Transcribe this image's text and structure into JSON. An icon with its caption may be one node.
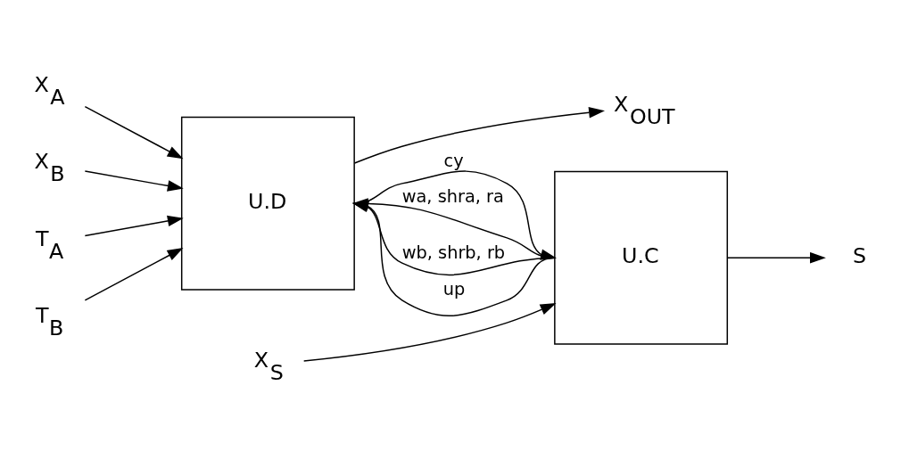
{
  "diagram": {
    "nodes": [
      {
        "text": [
          "X$_{A}$"
        ]
      },
      {
        "text": [
          "X$_{B}$"
        ]
      },
      {
        "text": [
          "X$_{S}$"
        ]
      },
      {
        "text": [
          "T$_{A}$"
        ]
      },
      {
        "text": [
          "T$_{B}$"
        ]
      },
      {
        "text": [
          "U.D"
        ]
      },
      {
        "text": [
          "U.C"
        ]
      },
      {
        "text": [
          "S"
        ]
      },
      {
        "text": [
          "X$_{OUT}$"
        ]
      }
    ],
    "edges": [
      {
        "from": 0,
        "to": 5,
        "arrow": "to"
      },
      {
        "from": 1,
        "to": 5,
        "arrow": "to"
      },
      {
        "from": 3,
        "to": 5,
        "arrow": "to"
      },
      {
        "from": 4,
        "to": 5,
        "arrow": "to"
      },
      {
        "from": 6,
        "to": 5,
        "arrow": "to",
        "label": "wa, shra, ra"
      },
      {
        "from": 6,
        "to": 5,
        "arrow": "to",
        "label": "wb, shrb, rb"
      },
      {
        "from": 6,
        "to": 5,
        "arrow": "to",
        "label": "up"
      },
      {
        "from": 5,
        "to": 6,
        "arrow": "to",
        "label": "cy"
      },
      {
        "from": 2,
        "to": 6,
        "arrow": "to"
      },
      {
        "from": 6,
        "to": 7,
        "arrow": "to"
      },
      {
        "from": 5,
        "to": 8,
        "arrow": "to"
      }
    ]
  }
}
